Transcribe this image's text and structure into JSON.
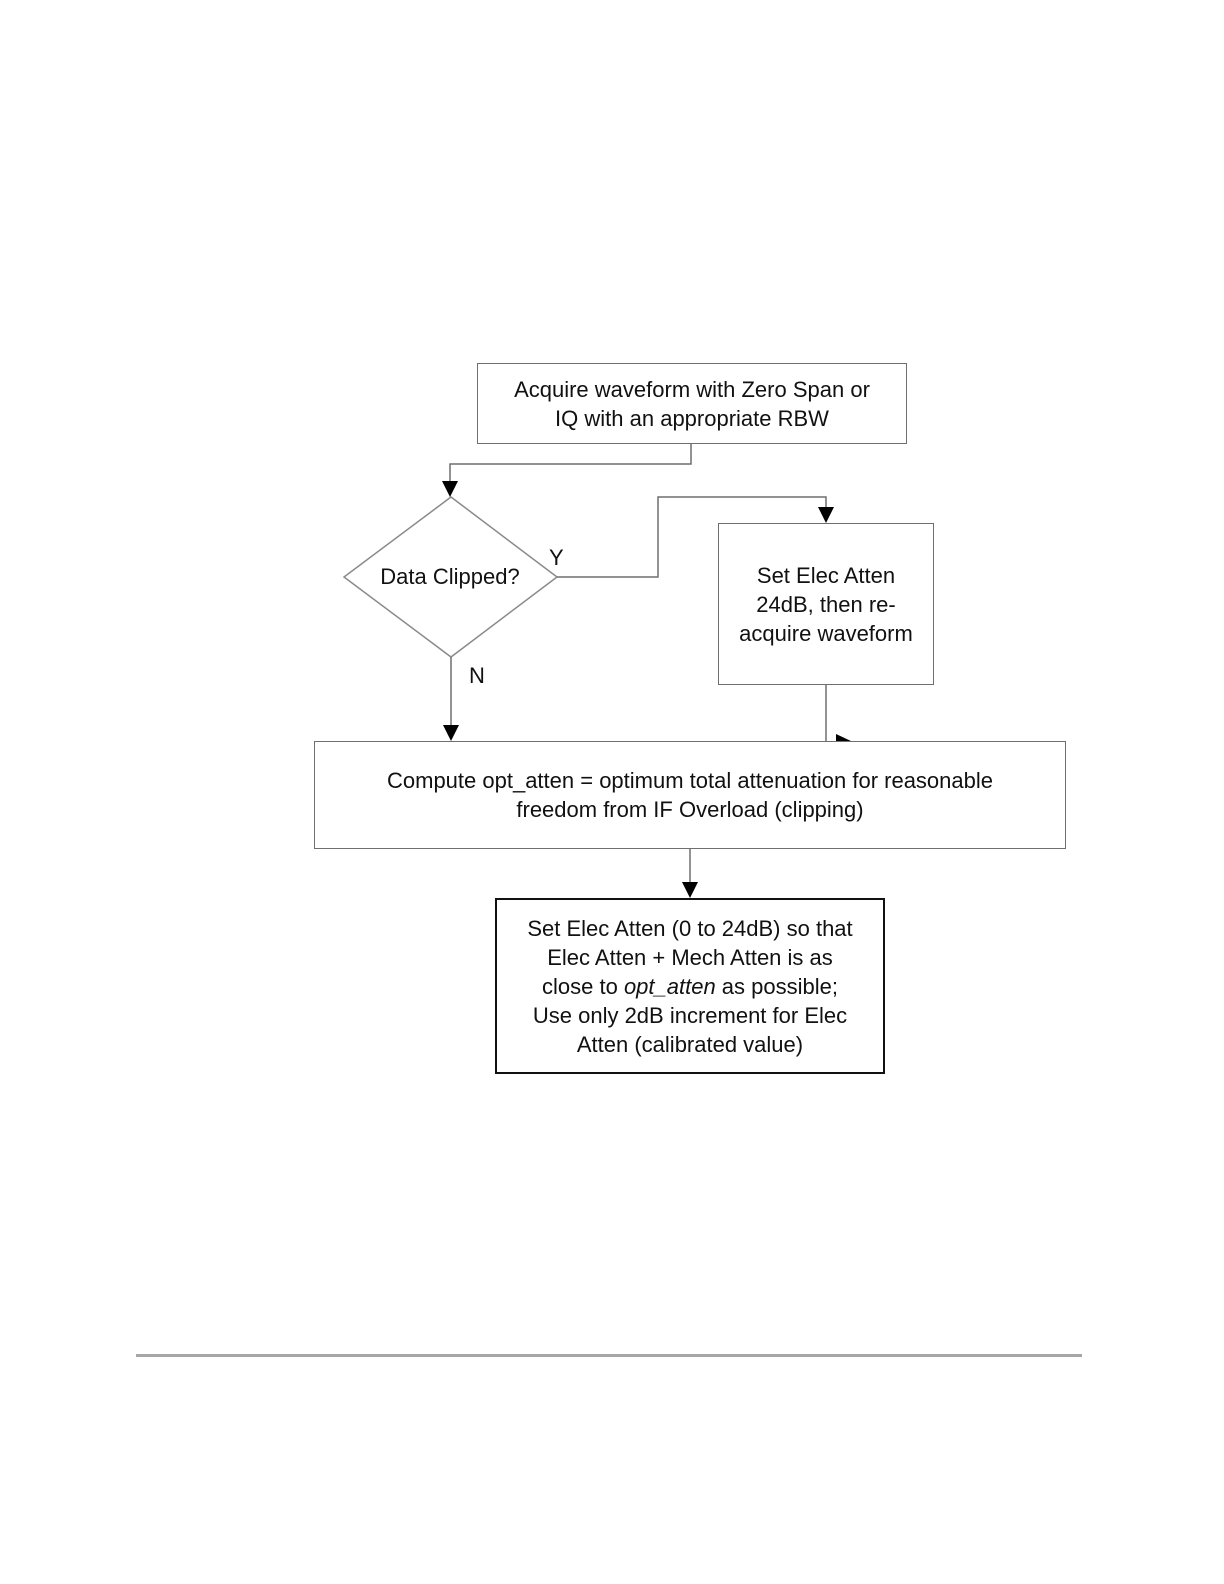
{
  "flowchart": {
    "acquire_box": {
      "lines": [
        "Acquire waveform with Zero Span or",
        "IQ with an appropriate RBW"
      ]
    },
    "decision": {
      "label": "Data Clipped?",
      "yes_label": "Y",
      "no_label": "N"
    },
    "set_atten_box": {
      "lines": [
        "Set Elec Atten",
        "24dB, then re-",
        "acquire waveform"
      ]
    },
    "compute_box": {
      "lines": [
        "Compute opt_atten = optimum total attenuation for reasonable",
        "freedom from IF Overload (clipping)"
      ]
    },
    "final_box": {
      "line1": "Set Elec Atten (0 to 24dB) so that",
      "line2": "Elec Atten + Mech Atten is as",
      "line3_before": "close to ",
      "line3_italic": "opt_atten",
      "line3_after": " as possible;",
      "line4": "Use only 2dB increment for Elec",
      "line5": "Atten (calibrated value)"
    }
  },
  "colors": {
    "box_border": "#6f6f6f",
    "final_border": "#111111",
    "text": "#111111",
    "connector": "#6f6f6f",
    "arrowhead": "#000000",
    "footer_rule": "#a6a6a6"
  }
}
